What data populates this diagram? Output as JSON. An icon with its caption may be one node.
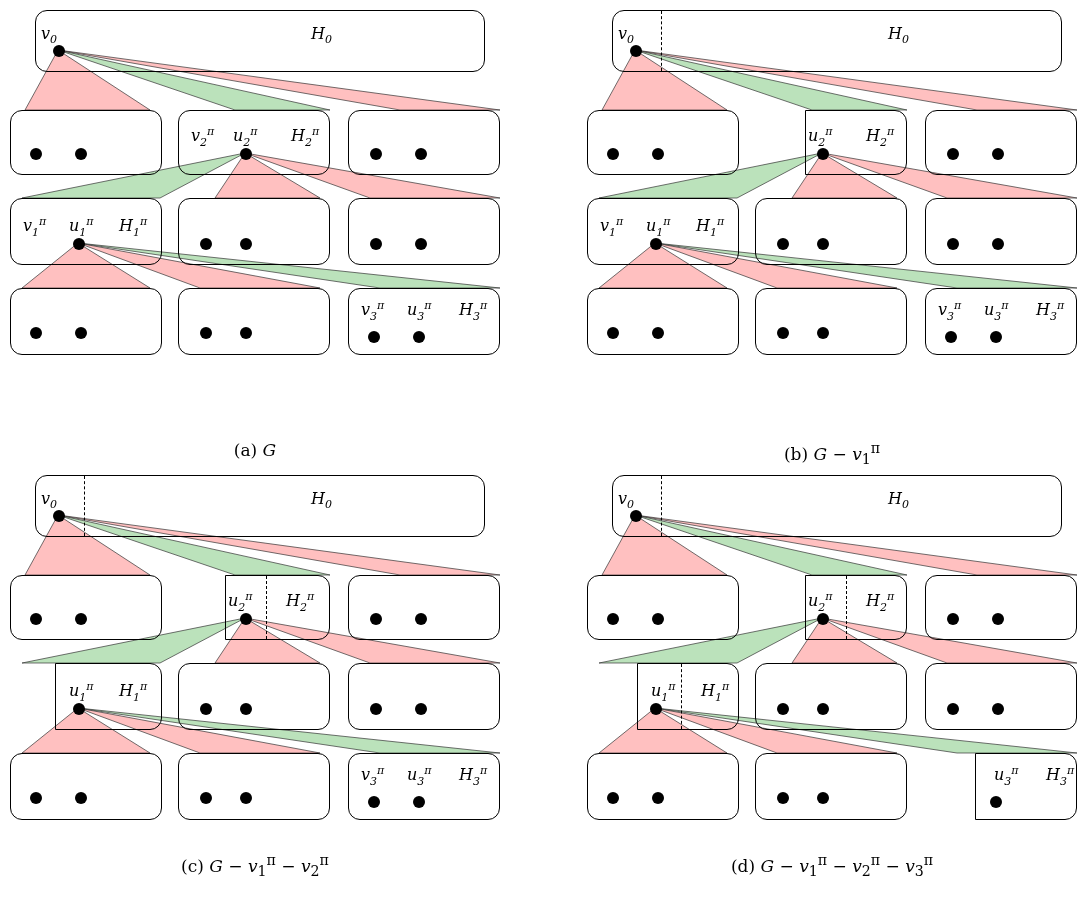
{
  "diagram": {
    "nodes": [
      {
        "text": [
          "v$_{0}$",
          "H$_{0}$"
        ]
      },
      {
        "text": [],
        "shape": "box"
      },
      {
        "text": [
          "v$_{2}$$^{π}$",
          "u$_{2}$$^{π}$",
          "H$_{2}$$^{π}$"
        ]
      },
      {
        "text": [],
        "shape": "box"
      },
      {
        "text": [
          "v$_{1}$$^{π}$",
          "u$_{1}$$^{π}$",
          "H$_{1}$$^{π}$"
        ]
      },
      {
        "text": [],
        "shape": "box"
      },
      {
        "text": [],
        "shape": "box"
      },
      {
        "text": [],
        "shape": "box"
      },
      {
        "text": [],
        "shape": "box"
      },
      {
        "text": [
          "v$_{3}$$^{π}$",
          "u$_{3}$$^{π}$",
          "H$_{3}$$^{π}$"
        ]
      },
      {
        "text": [
          "v$_{0}$",
          "H$_{0}$"
        ]
      },
      {
        "text": [],
        "shape": "box"
      },
      {
        "text": [
          "u$_{2}$$^{π}$",
          "H$_{2}$$^{π}$"
        ]
      },
      {
        "text": [],
        "shape": "box"
      },
      {
        "text": [
          "v$_{1}$$^{π}$",
          "u$_{1}$$^{π}$",
          "H$_{1}$$^{π}$"
        ]
      },
      {
        "text": [],
        "shape": "box"
      },
      {
        "text": [],
        "shape": "box"
      },
      {
        "text": [],
        "shape": "box"
      },
      {
        "text": [],
        "shape": "box"
      },
      {
        "text": [
          "v$_{3}$$^{π}$",
          "u$_{3}$$^{π}$",
          "H$_{3}$$^{π}$"
        ]
      },
      {
        "text": [
          "v$_{0}$",
          "H$_{0}$"
        ]
      },
      {
        "text": [],
        "shape": "box"
      },
      {
        "text": [
          "u$_{2}$$^{π}$",
          "H$_{2}$$^{π}$"
        ]
      },
      {
        "text": [],
        "shape": "box"
      },
      {
        "text": [
          "u$_{1}$$^{π}$",
          "H$_{1}$$^{π}$"
        ]
      },
      {
        "text": [],
        "shape": "box"
      },
      {
        "text": [],
        "shape": "box"
      },
      {
        "text": [],
        "shape": "box"
      },
      {
        "text": [],
        "shape": "box"
      },
      {
        "text": [
          "v$_{3}$$^{π}$",
          "u$_{3}$$^{π}$",
          "H$_{3}$$^{π}$"
        ]
      },
      {
        "text": [
          "v$_{0}$",
          "H$_{0}$"
        ]
      },
      {
        "text": [],
        "shape": "box"
      },
      {
        "text": [
          "u$_{2}$$^{π}$",
          "H$_{2}$$^{π}$"
        ]
      },
      {
        "text": [],
        "shape": "box"
      },
      {
        "text": [
          "u$_{1}$$^{π}$",
          "H$_{1}$$^{π}$"
        ]
      },
      {
        "text": [],
        "shape": "box"
      },
      {
        "text": [],
        "shape": "box"
      },
      {
        "text": [],
        "shape": "box"
      },
      {
        "text": [],
        "shape": "box"
      },
      {
        "text": [
          "u$_{3}$$^{π}$",
          "H$_{3}$$^{π}$"
        ]
      }
    ],
    "labels": [
      "(a) *G*",
      "(b) *G* − *v*$_{1}$$^{π}$",
      "(c) *G* − *v*$_{1}$$^{π}$ − *v*$_{2}$$^{π}$",
      "(d) *G* − *v*$_{1}$$^{π}$ − *v*$_{2}$$^{π}$ − *v*$_{3}$$^{π}$"
    ]
  }
}
